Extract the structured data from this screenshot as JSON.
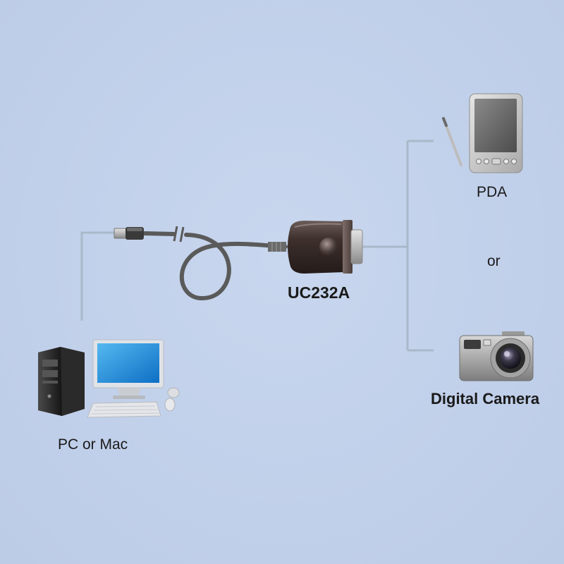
{
  "labels": {
    "pc": "PC or Mac",
    "adapter": "UC232A",
    "pda": "PDA",
    "or": "or",
    "camera": "Digital Camera"
  },
  "colors": {
    "background": "#c3d2ea",
    "connector_line": "#a9b9c9",
    "cable": "#5a5a5a",
    "adapter_body": "#3a2e2c",
    "text": "#1a1a1a"
  },
  "icons": {
    "pc": "desktop-computer-icon",
    "usb": "usb-plug-icon",
    "adapter": "usb-to-serial-adapter-icon",
    "pda": "pda-icon",
    "camera": "digital-camera-icon"
  }
}
